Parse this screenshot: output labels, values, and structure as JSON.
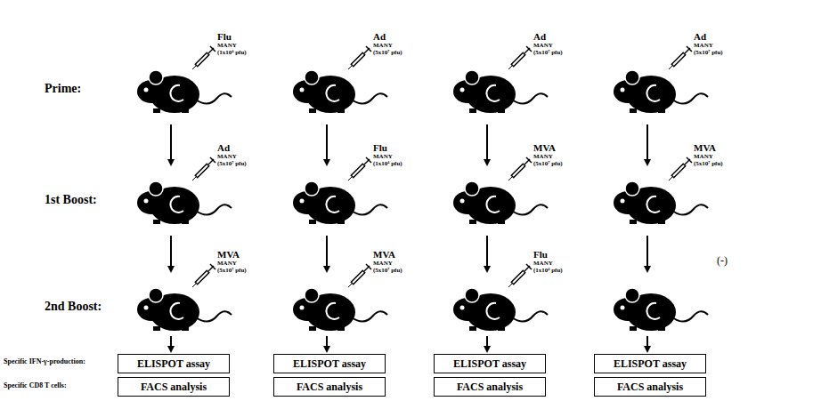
{
  "diagram": {
    "nodes": [
      {
        "text": [
          "ELISPOT assay"
        ]
      },
      {
        "text": [
          "ELISPOT assay"
        ]
      },
      {
        "text": [
          "ELISPOT assay"
        ]
      },
      {
        "text": [
          "ELISPOT assay"
        ]
      },
      {
        "text": [
          "FACS analysis"
        ]
      },
      {
        "text": [
          "FACS analysis"
        ]
      },
      {
        "text": [
          "FACS analysis"
        ]
      },
      {
        "text": [
          "FACS analysis"
        ]
      }
    ],
    "labels": [
      "Prime:",
      "1st Boost:",
      "2nd Boost:",
      "Specific IFN-γ-production:",
      "Specific CD8 T cells:",
      "Flu",
      "MANY",
      "(1x10⁴ pfu)",
      "Ad",
      "MANY",
      "(5x10⁷ pfu)",
      "Ad",
      "MANY",
      "(5x10⁷ pfu)",
      "Ad",
      "MANY",
      "(5x10⁷ pfu)",
      "Ad",
      "MANY",
      "(5x10⁷ pfu)",
      "Flu",
      "MANY",
      "(1x10⁴ pfu)",
      "MVA",
      "MANY",
      "(5x10⁷ pfu)",
      "MVA",
      "MANY",
      "(5x10⁷ pfu)",
      "MVA",
      "MANY",
      "(5x10⁷ pfu)",
      "MVA",
      "MANY",
      "(5x10⁷ pfu)",
      "Flu",
      "MANY",
      "(1x10⁴ pfu)",
      "(-)"
    ]
  }
}
